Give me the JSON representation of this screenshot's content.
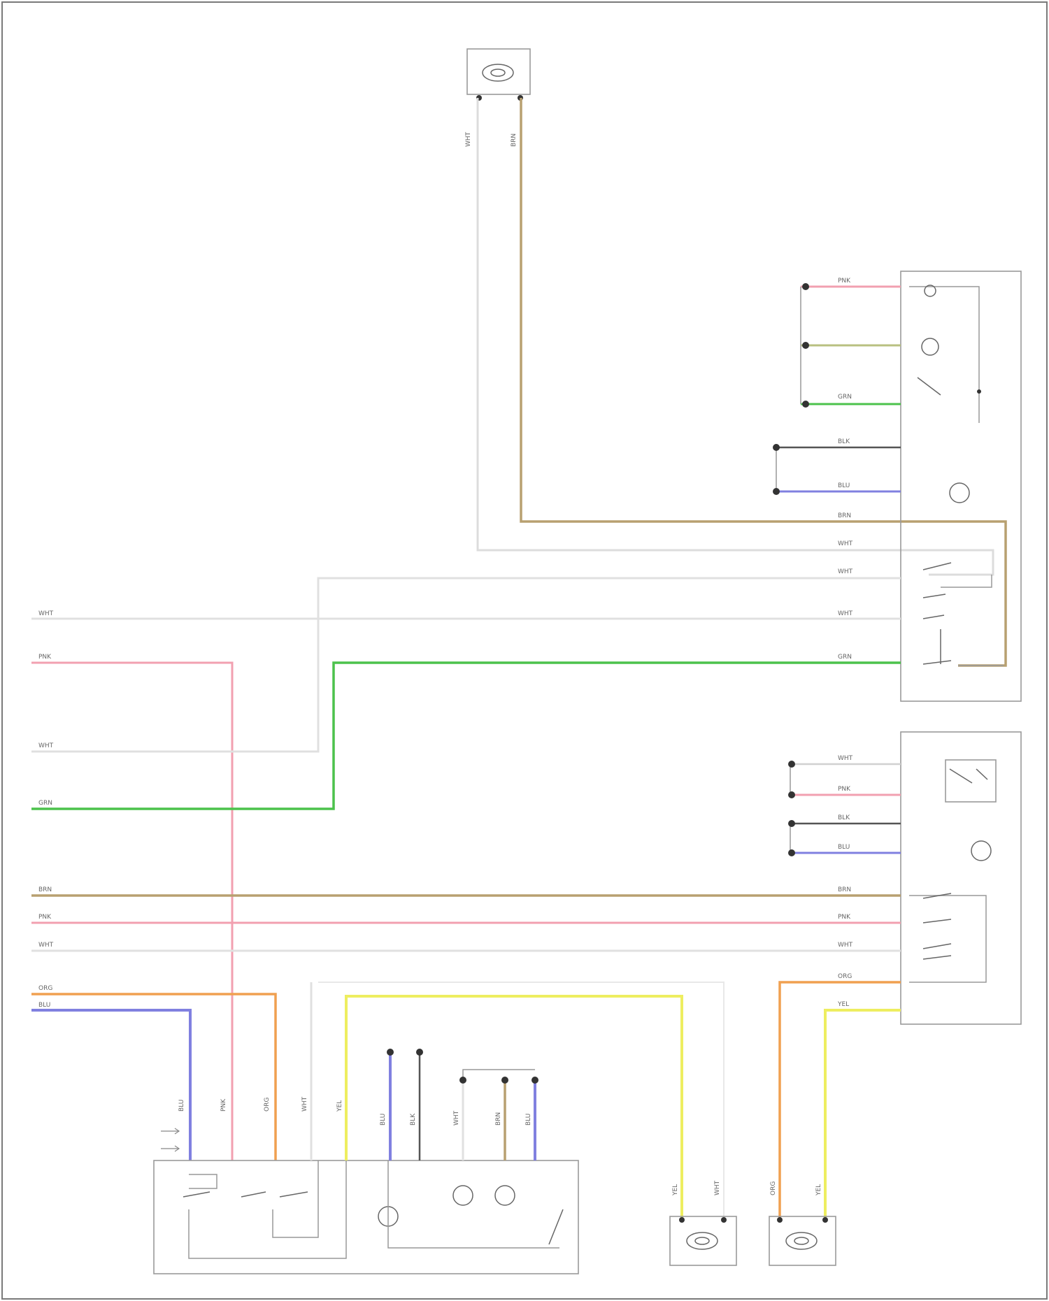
{
  "colors": {
    "pnk": "#f2a0b0",
    "grn": "#4cc24c",
    "wht": "#d8d8d8",
    "brn": "#b8a070",
    "org": "#f0a050",
    "blu": "#8080e0",
    "yel": "#eeee60",
    "blk": "#555555",
    "frame": "#7a7a7a"
  },
  "icons": [
    "motor-icon",
    "switch-icon",
    "lamp-icon",
    "connector-dot-icon",
    "arrow-icon"
  ],
  "wire_labels": {
    "wht": "WHT",
    "pnk": "PNK",
    "grn": "GRN",
    "brn": "BRN",
    "org": "ORG",
    "blu": "BLU",
    "yel": "YEL",
    "blk": "BLK"
  }
}
